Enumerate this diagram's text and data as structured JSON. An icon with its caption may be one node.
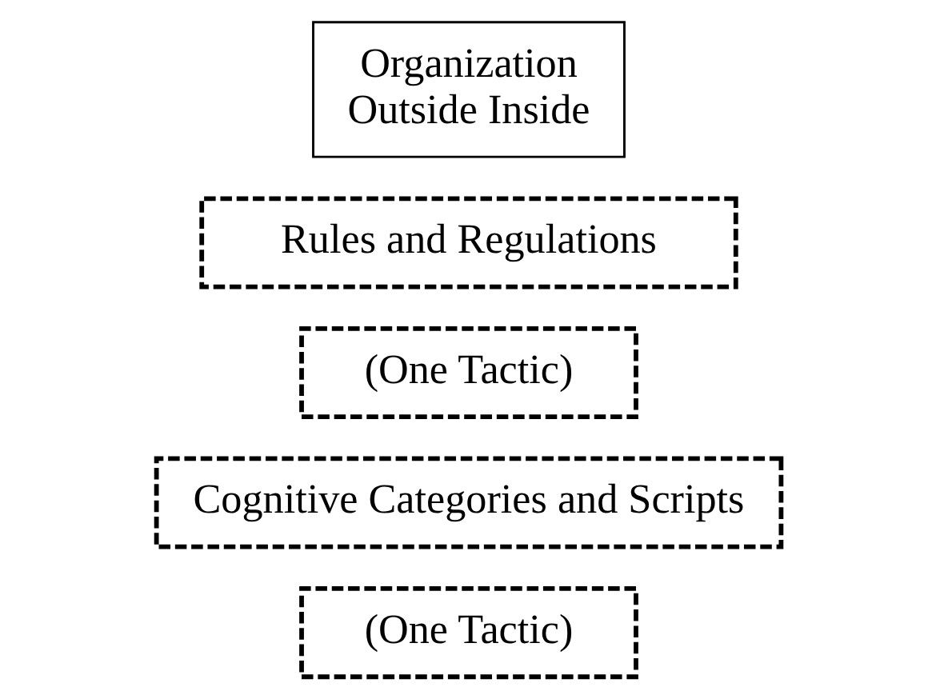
{
  "diagram": {
    "nodes": [
      {
        "text": [
          "Organization",
          "Outside Inside"
        ]
      },
      {
        "text": [
          "Rules and Regulations"
        ]
      },
      {
        "text": [
          "(One Tactic)"
        ]
      },
      {
        "text": [
          "Cognitive Categories and Scripts"
        ]
      },
      {
        "text": [
          "(One Tactic)"
        ]
      }
    ]
  }
}
